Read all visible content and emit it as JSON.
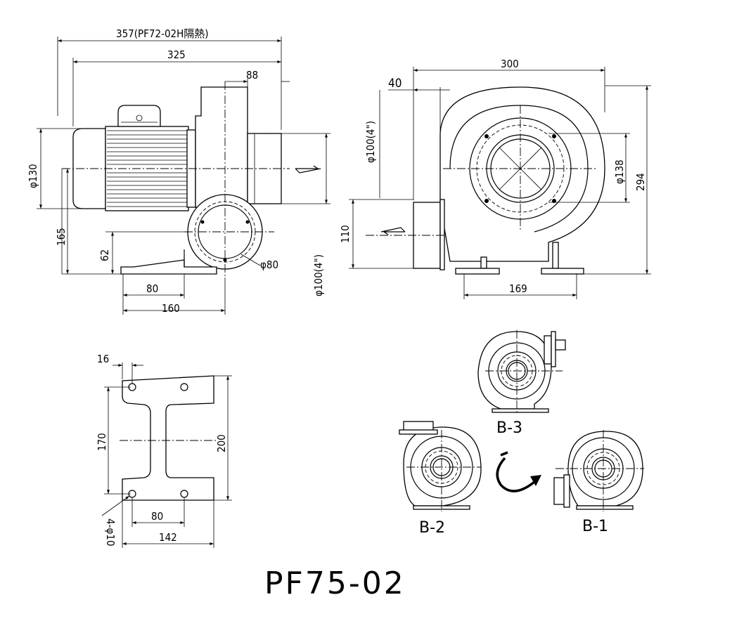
{
  "title": "PF75-02",
  "side_view": {
    "dims": {
      "overall_insulated": "357(PF72-02H隔熱)",
      "overall": "325",
      "outlet_depth": "88",
      "motor_diameter": "φ130",
      "center_height": "165",
      "base_height": "62",
      "base_hole_spacing": "80",
      "base_length": "160",
      "bolt_circle": "φ80",
      "outlet_diameter": "φ100(4\")"
    }
  },
  "front_view": {
    "dims": {
      "width": "300",
      "flange": "40",
      "inlet_diameter": "φ100(4\")",
      "bolt_circle": "φ138",
      "height": "294",
      "outlet_height": "110",
      "base_width": "169"
    }
  },
  "base_view": {
    "dims": {
      "lip": "16",
      "hole_spacing_v": "170",
      "height": "200",
      "hole_spacing_h": "80",
      "width": "142",
      "holes": "4-φ10"
    }
  },
  "orientations": {
    "labels": [
      "B-3",
      "B-2",
      "B-1"
    ]
  },
  "colors": {
    "line": "#000000",
    "background": "#ffffff"
  }
}
